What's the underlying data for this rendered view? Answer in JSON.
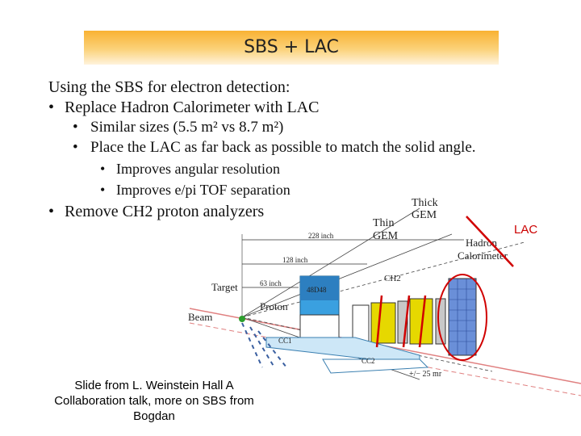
{
  "slide": {
    "title": "SBS + LAC",
    "bullets": [
      {
        "text": "Using the SBS for electron detection:",
        "level": 0
      },
      {
        "text": "Replace Hadron Calorimeter with LAC",
        "level": 1
      },
      {
        "text": "Similar sizes (5.5 m² vs 8.7 m²)",
        "level": 2
      },
      {
        "text": "Place the LAC as far back as possible to match the solid angle.",
        "level": 2
      },
      {
        "text": "Improves angular resolution",
        "level": 3
      },
      {
        "text": "Improves e/pi TOF separation",
        "level": 3
      },
      {
        "text": "Remove CH2 proton analyzers",
        "level": 1
      }
    ],
    "caption": "Slide from L. Weinstein Hall A Collaboration talk, more on SBS from Bogdan",
    "lac_label": "LAC",
    "annotation_color": "#d00000"
  },
  "diagram": {
    "labels": {
      "thick_gem": "Thick GEM",
      "thin_gem": "Thin GEM",
      "hadron_calorimeter": "Hadron Calorimeter",
      "dist_228": "228 inch",
      "dist_128": "128 inch",
      "dist_63": "63 inch",
      "target": "Target",
      "magnet": "48D48",
      "proton": "Proton",
      "beam": "Beam",
      "ch2": "CH2",
      "cc1": "CC1",
      "cc2": "CC2",
      "mr": "+/− 25 mr"
    }
  }
}
